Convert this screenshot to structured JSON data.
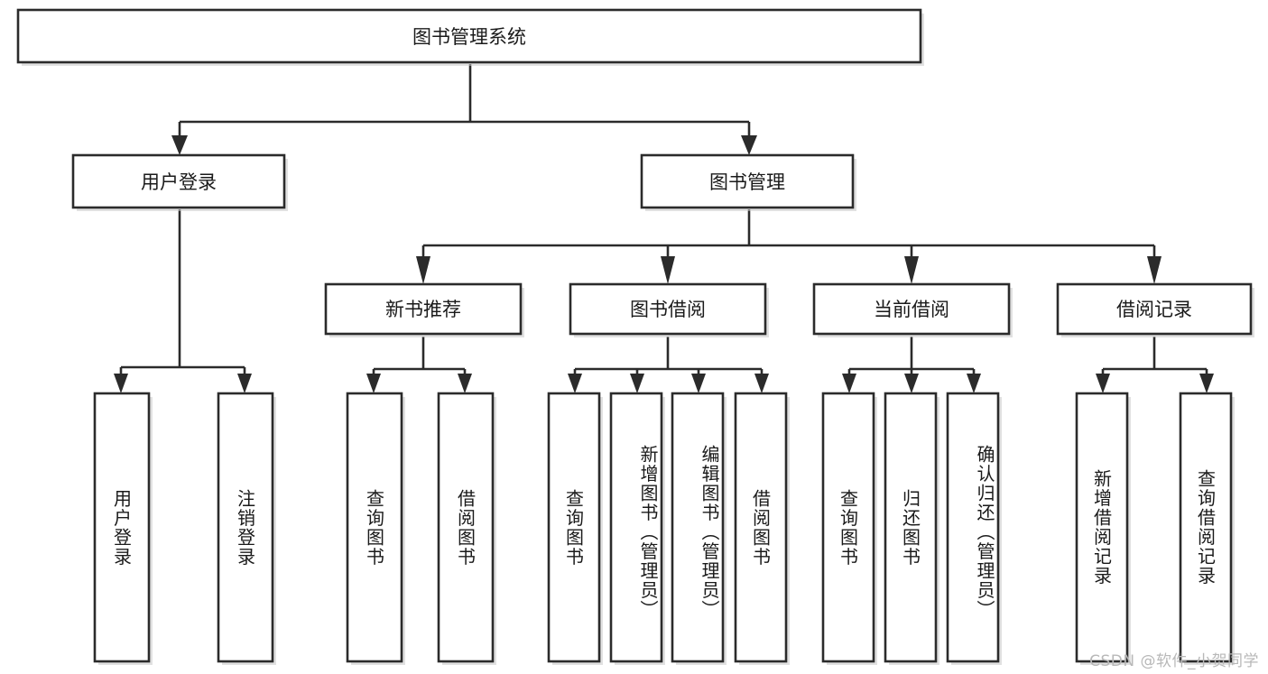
{
  "diagram": {
    "title": "图书管理系统",
    "type": "tree-hierarchy",
    "orientation": "top-down",
    "root": {
      "id": "root",
      "label": "图书管理系统",
      "text_direction": "horizontal"
    },
    "level2": [
      {
        "id": "user-login",
        "label": "用户登录",
        "text_direction": "horizontal"
      },
      {
        "id": "book-manage",
        "label": "图书管理",
        "text_direction": "horizontal"
      }
    ],
    "level3": [
      {
        "id": "new-book-rec",
        "label": "新书推荐",
        "text_direction": "horizontal",
        "parent": "book-manage"
      },
      {
        "id": "book-borrow",
        "label": "图书借阅",
        "text_direction": "horizontal",
        "parent": "book-manage"
      },
      {
        "id": "current-borrow",
        "label": "当前借阅",
        "text_direction": "horizontal",
        "parent": "book-manage"
      },
      {
        "id": "borrow-record",
        "label": "借阅记录",
        "text_direction": "horizontal",
        "parent": "book-manage"
      }
    ],
    "leaves": [
      {
        "id": "leaf-user-login",
        "label": "用户登录",
        "text_direction": "vertical",
        "parent": "user-login"
      },
      {
        "id": "leaf-user-logout",
        "label": "注销登录",
        "text_direction": "vertical",
        "parent": "user-login"
      },
      {
        "id": "leaf-query-book-1",
        "label": "查询图书",
        "text_direction": "vertical",
        "parent": "new-book-rec"
      },
      {
        "id": "leaf-borrow-book-1",
        "label": "借阅图书",
        "text_direction": "vertical",
        "parent": "new-book-rec"
      },
      {
        "id": "leaf-query-book-2",
        "label": "查询图书",
        "text_direction": "vertical",
        "parent": "book-borrow"
      },
      {
        "id": "leaf-add-book",
        "label": "新增图书（管理员）",
        "text_direction": "vertical",
        "parent": "book-borrow"
      },
      {
        "id": "leaf-edit-book",
        "label": "编辑图书（管理员）",
        "text_direction": "vertical",
        "parent": "book-borrow"
      },
      {
        "id": "leaf-borrow-book-2",
        "label": "借阅图书",
        "text_direction": "vertical",
        "parent": "book-borrow"
      },
      {
        "id": "leaf-query-book-3",
        "label": "查询图书",
        "text_direction": "vertical",
        "parent": "current-borrow"
      },
      {
        "id": "leaf-return-book",
        "label": "归还图书",
        "text_direction": "vertical",
        "parent": "current-borrow"
      },
      {
        "id": "leaf-confirm-return",
        "label": "确认归还（管理员）",
        "text_direction": "vertical",
        "parent": "current-borrow"
      },
      {
        "id": "leaf-add-record",
        "label": "新增借阅记录",
        "text_direction": "vertical",
        "parent": "borrow-record"
      },
      {
        "id": "leaf-query-record",
        "label": "查询借阅记录",
        "text_direction": "vertical",
        "parent": "borrow-record"
      }
    ],
    "colors": {
      "box_stroke": "#2b2b2b",
      "box_fill": "#ffffff",
      "connector": "#2b2b2b",
      "text": "#1a1a1a",
      "background": "#ffffff",
      "watermark": "#b8b8b8"
    }
  },
  "watermark": {
    "text": "CSDN @软件_小贺同学"
  }
}
